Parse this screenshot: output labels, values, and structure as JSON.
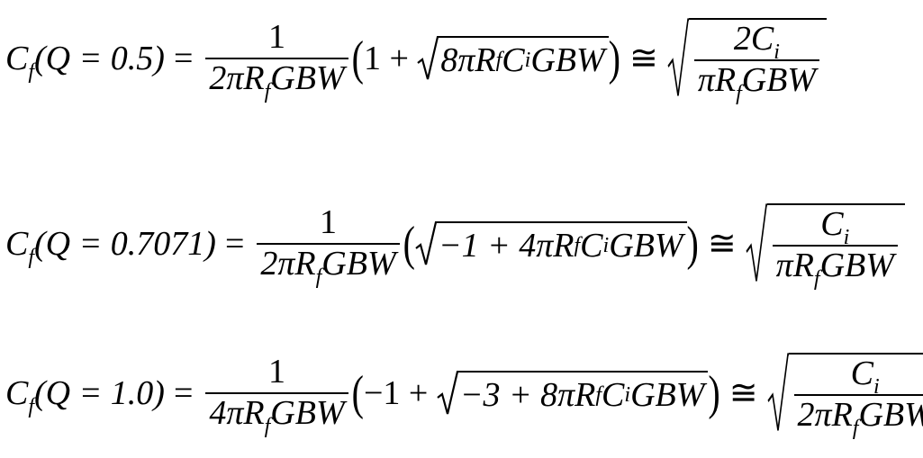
{
  "equations": [
    {
      "lhs": {
        "var": "C",
        "sub": "f",
        "args": "(Q = 0.5)",
        "eq": "="
      },
      "coef": {
        "num": "1",
        "den_a": "2πR",
        "den_sub": "f",
        "den_b": "GBW"
      },
      "paren": {
        "pre": "1 + ",
        "rad_a": "8πR",
        "rad_sub1": "f",
        "rad_b": "C",
        "rad_sub2": "i",
        "rad_c": "GBW"
      },
      "approx": "≅",
      "rhs": {
        "num_a": "2C",
        "num_sub": "i",
        "den_a": "πR",
        "den_sub": "f",
        "den_b": "GBW"
      }
    },
    {
      "lhs": {
        "var": "C",
        "sub": "f",
        "args": "(Q = 0.7071)",
        "eq": "="
      },
      "coef": {
        "num": "1",
        "den_a": "2πR",
        "den_sub": "f",
        "den_b": "GBW"
      },
      "paren": {
        "pre": "",
        "rad_a": "−1 + 4πR",
        "rad_sub1": "f",
        "rad_b": "C",
        "rad_sub2": "i",
        "rad_c": "GBW"
      },
      "approx": "≅",
      "rhs": {
        "num_a": "C",
        "num_sub": "i",
        "den_a": "πR",
        "den_sub": "f",
        "den_b": "GBW"
      }
    },
    {
      "lhs": {
        "var": "C",
        "sub": "f",
        "args": "(Q = 1.0)",
        "eq": "="
      },
      "coef": {
        "num": "1",
        "den_a": "4πR",
        "den_sub": "f",
        "den_b": "GBW"
      },
      "paren": {
        "pre": "−1 + ",
        "rad_a": "−3 + 8πR",
        "rad_sub1": "f",
        "rad_b": "C",
        "rad_sub2": "i",
        "rad_c": "GBW"
      },
      "approx": "≅",
      "rhs": {
        "num_a": "C",
        "num_sub": "i",
        "den_a": "2πR",
        "den_sub": "f",
        "den_b": "GBW"
      }
    }
  ]
}
